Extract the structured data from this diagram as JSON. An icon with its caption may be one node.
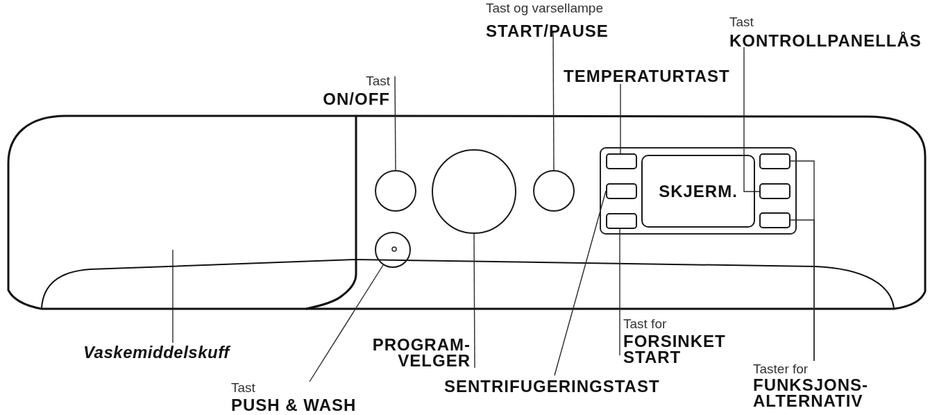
{
  "diagram": {
    "nodes": [
      {
        "text": [
          "Tast og varsellampe",
          "START/PAUSE"
        ]
      },
      {
        "text": [
          "Tast",
          "KONTROLLPANELLÅS"
        ]
      },
      {
        "text": [
          "Tast",
          "ON/OFF"
        ]
      },
      {
        "text": [
          "TEMPERATURTAST"
        ]
      },
      {
        "text": [],
        "shape": "box"
      },
      {
        "text": [],
        "shape": "circle"
      },
      {
        "text": [],
        "shape": "circle"
      },
      {
        "text": [],
        "shape": "circle"
      },
      {
        "text": [],
        "shape": "circle"
      },
      {
        "text": [],
        "shape": "box"
      },
      {
        "text": [],
        "shape": "box"
      },
      {
        "text": [],
        "shape": "box"
      },
      {
        "text": [
          "SKJERM."
        ]
      },
      {
        "text": [],
        "shape": "box"
      },
      {
        "text": [],
        "shape": "box"
      },
      {
        "text": [],
        "shape": "box"
      },
      {
        "text": [
          "Vaskemiddelskuff"
        ]
      },
      {
        "text": [
          "Tast for",
          "FORSINKET START"
        ]
      },
      {
        "text": [
          "PROGRAM- VELGER"
        ]
      },
      {
        "text": [
          "Taster for",
          "FUNKSJONS- ALTERNATIV"
        ]
      },
      {
        "text": [
          "SENTRIFUGERINGSTAST"
        ]
      },
      {
        "text": [
          "Tast",
          "PUSH & WASH"
        ]
      }
    ],
    "edges": [
      {
        "from": 0,
        "to": 8,
        "arrow": "none"
      },
      {
        "from": 1,
        "to": 14,
        "arrow": "none"
      },
      {
        "from": 2,
        "to": 5,
        "arrow": "none"
      },
      {
        "from": 3,
        "to": 9,
        "arrow": "none"
      },
      {
        "from": 16,
        "to": 4,
        "arrow": "none"
      },
      {
        "from": 17,
        "to": 11,
        "arrow": "none"
      },
      {
        "from": 18,
        "to": 7,
        "arrow": "none"
      },
      {
        "from": 19,
        "to": 13,
        "arrow": "none"
      },
      {
        "from": 19,
        "to": 15,
        "arrow": "none"
      },
      {
        "from": 20,
        "to": 10,
        "arrow": "none"
      },
      {
        "from": 21,
        "to": 6,
        "arrow": "none"
      }
    ]
  }
}
